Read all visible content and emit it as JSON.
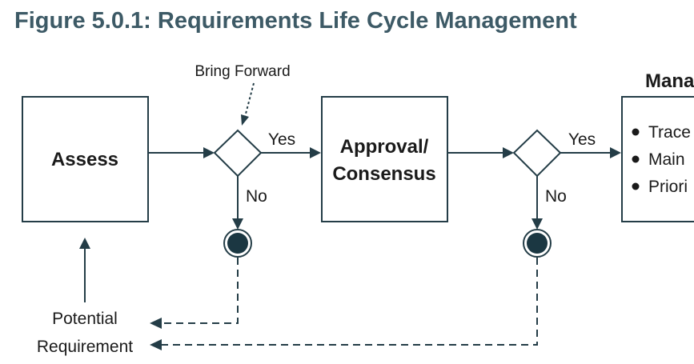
{
  "title": "Figure 5.0.1: Requirements Life Cycle Management",
  "nodes": {
    "assess": "Assess",
    "approval_line1": "Approval/",
    "approval_line2": "Consensus",
    "manage_heading": "Mana",
    "manage_items": [
      "Trace",
      "Main",
      "Priori"
    ],
    "potential_line1": "Potential",
    "potential_line2": "Requirement"
  },
  "labels": {
    "bring_forward": "Bring Forward",
    "yes_1": "Yes",
    "no_1": "No",
    "yes_2": "Yes",
    "no_2": "No"
  },
  "colors": {
    "title": "#3d5a66",
    "stroke": "#243d47",
    "terminal_fill": "#1b3742"
  }
}
